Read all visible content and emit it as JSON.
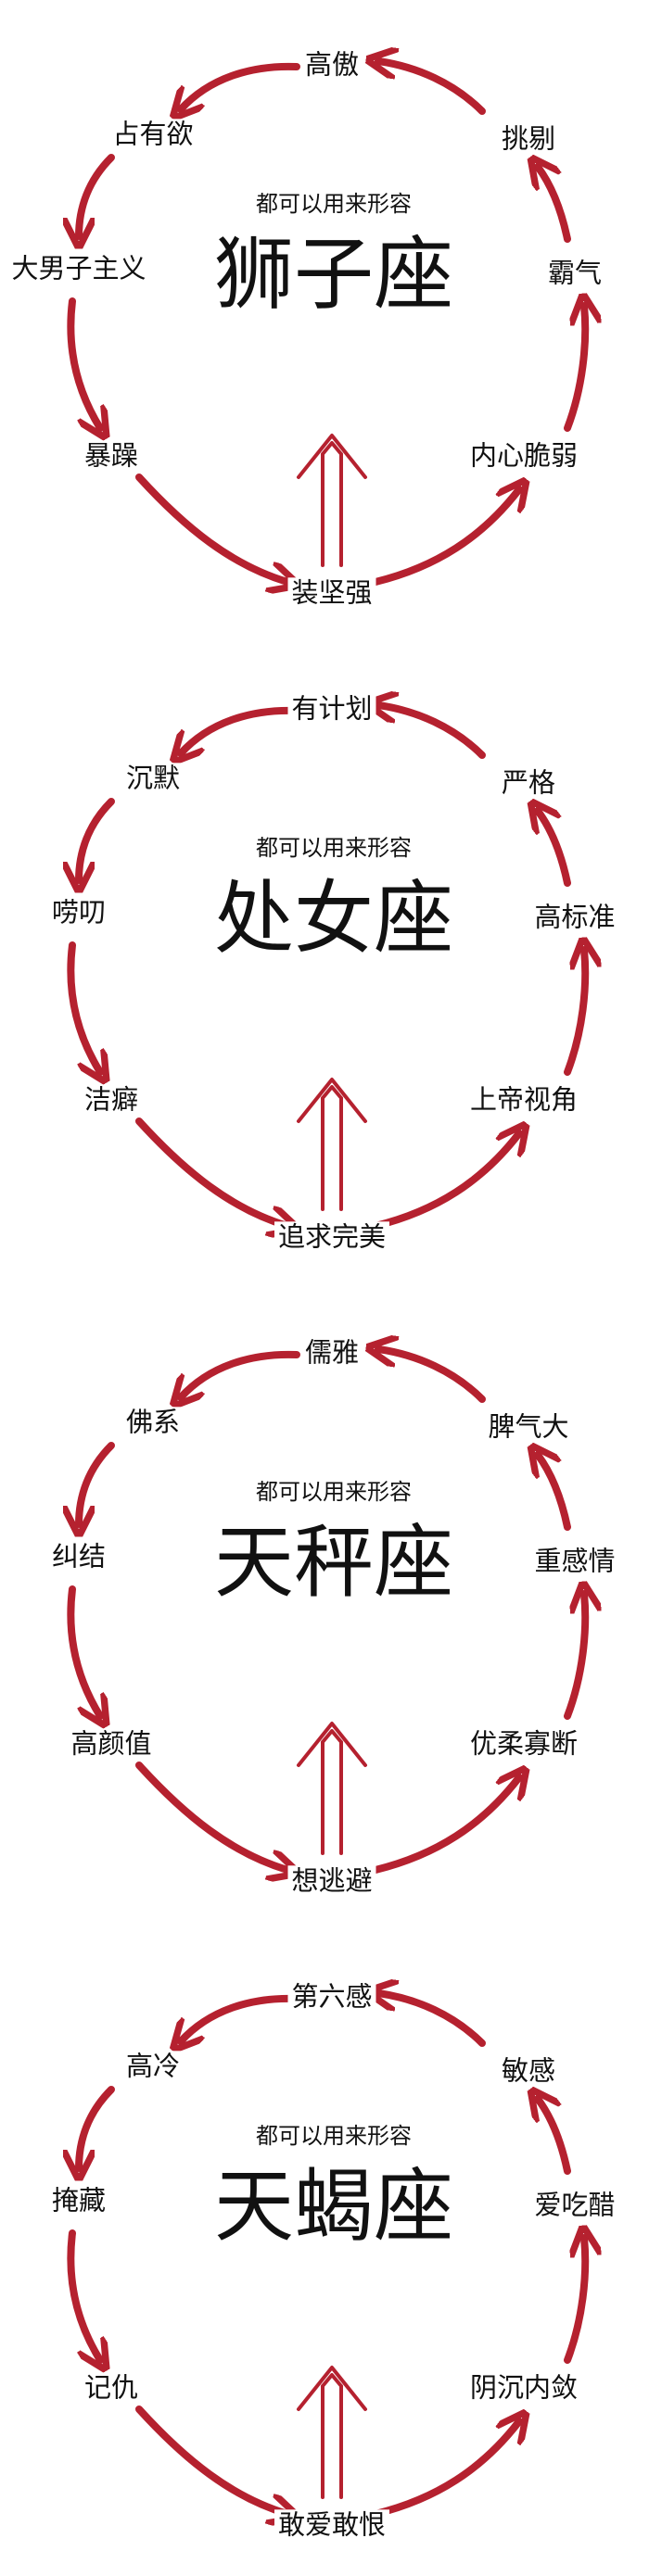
{
  "colors": {
    "arrow": "#b5212f",
    "text": "#111111"
  },
  "panels": [
    {
      "subtitle": "都可以用来形容",
      "title": "狮子座",
      "labels": [
        "高傲",
        "占有欲",
        "大男子主义",
        "暴躁",
        "装坚强",
        "内心脆弱",
        "霸气",
        "挑剔"
      ]
    },
    {
      "subtitle": "都可以用来形容",
      "title": "处女座",
      "labels": [
        "有计划",
        "沉默",
        "唠叨",
        "洁癖",
        "追求完美",
        "上帝视角",
        "高标准",
        "严格"
      ]
    },
    {
      "subtitle": "都可以用来形容",
      "title": "天秤座",
      "labels": [
        "儒雅",
        "佛系",
        "纠结",
        "高颜值",
        "想逃避",
        "优柔寡断",
        "重感情",
        "脾气大"
      ]
    },
    {
      "subtitle": "都可以用来形容",
      "title": "天蝎座",
      "labels": [
        "第六感",
        "高冷",
        "掩藏",
        "记仇",
        "敢爱敢恨",
        "阴沉内敛",
        "爱吃醋",
        "敏感"
      ]
    }
  ]
}
